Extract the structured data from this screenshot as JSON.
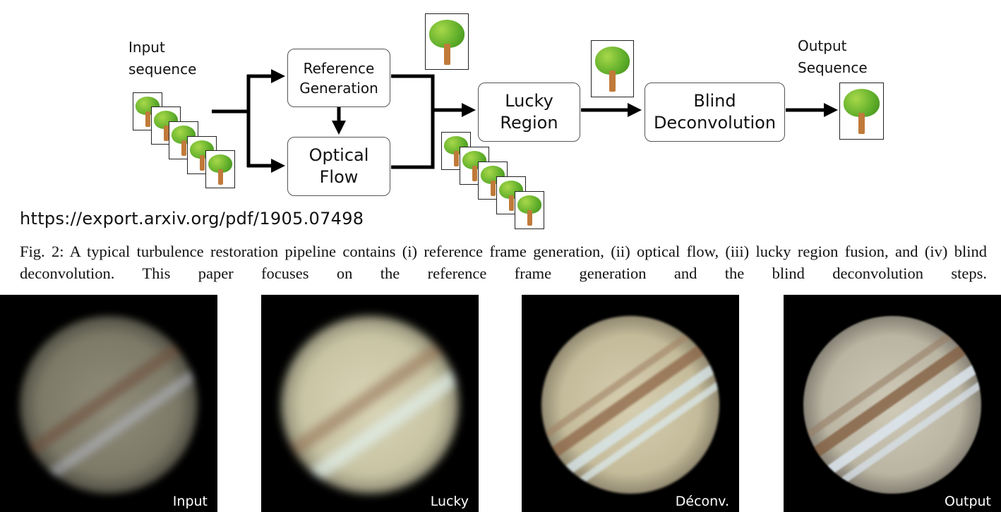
{
  "diagram": {
    "input_label": [
      "Input",
      "sequence"
    ],
    "output_label": [
      "Output",
      "Sequence"
    ],
    "boxes": {
      "reference": [
        "Reference",
        "Generation"
      ],
      "optical": [
        "Optical",
        "Flow"
      ],
      "lucky": [
        "Lucky",
        "Region"
      ],
      "blind": [
        "Blind",
        "Deconvolution"
      ]
    },
    "icon": "tree-image-icon"
  },
  "url": "https://export.arxiv.org/pdf/1905.07498",
  "caption": "Fig. 2: A typical turbulence restoration pipeline contains (i) reference frame generation, (ii) optical flow, (iii) lucky region fusion, and (iv) blind deconvolution. This paper focuses on the reference frame generation and the blind deconvolution steps.",
  "panels": [
    {
      "label": "Input"
    },
    {
      "label": "Lucky"
    },
    {
      "label": "Déconv."
    },
    {
      "label": "Output"
    }
  ]
}
